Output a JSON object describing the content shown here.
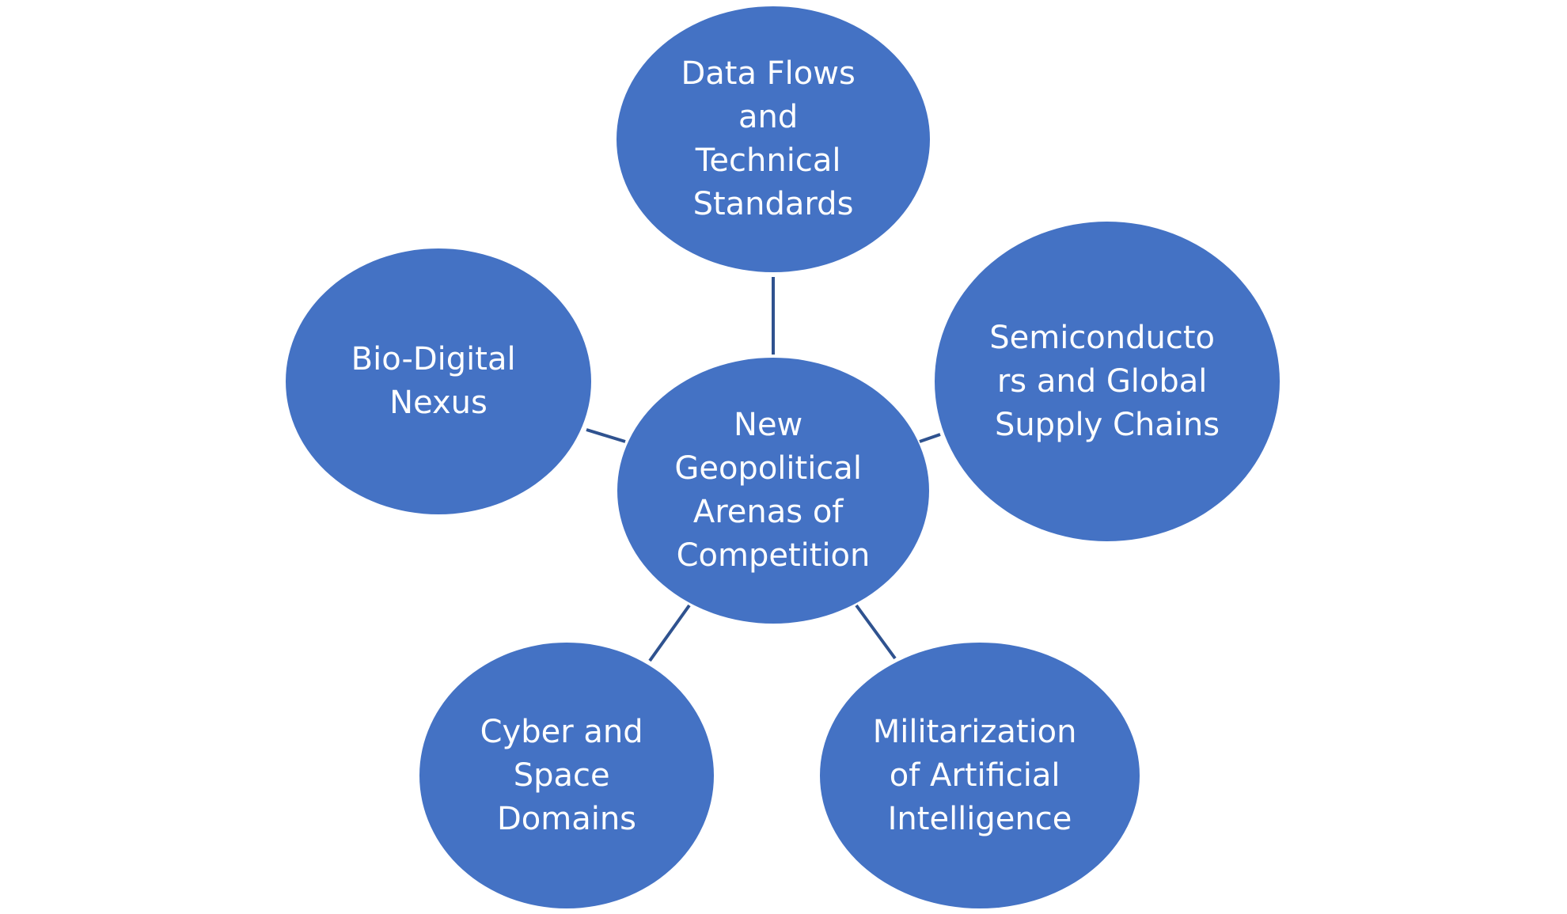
{
  "colors": {
    "node_fill": "#4472C4",
    "connector": "#2F528F",
    "text": "#FFFFFF"
  },
  "center": {
    "lines": [
      "New",
      "Geopolitical",
      "Arenas of",
      "Competition"
    ]
  },
  "nodes": {
    "data_flows": {
      "lines": [
        "Data Flows",
        "and",
        "Technical",
        "Standards"
      ]
    },
    "semiconductors": {
      "lines": [
        "Semiconducto",
        "rs and Global",
        "Supply Chains"
      ]
    },
    "militarization": {
      "lines": [
        "Militarization",
        "of Artificial",
        "Intelligence"
      ]
    },
    "cyber_space": {
      "lines": [
        "Cyber and",
        "Space",
        "Domains"
      ]
    },
    "bio_digital": {
      "lines": [
        "Bio-Digital",
        "Nexus"
      ]
    }
  }
}
